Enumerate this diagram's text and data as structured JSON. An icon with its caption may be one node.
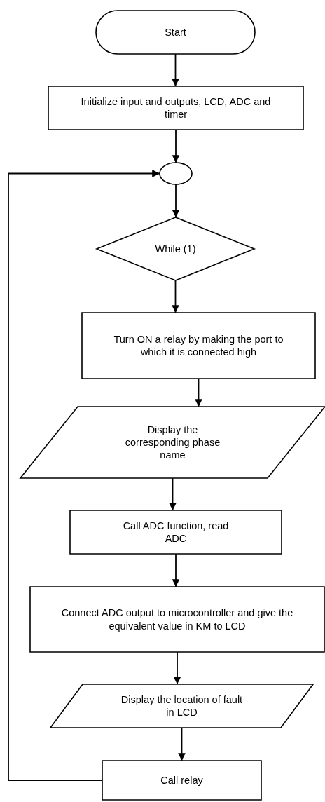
{
  "diagram": {
    "nodes": [
      {
        "text": [
          "Start"
        ]
      },
      {
        "text": [
          "Initialize input and outputs, LCD, ADC and timer"
        ]
      },
      {
        "text": [],
        "shape": "circle"
      },
      {
        "text": [
          "While (1)"
        ]
      },
      {
        "text": [
          "Turn ON a relay by making the port to which it is connected high"
        ]
      },
      {
        "text": [
          "Display the corresponding phase name"
        ]
      },
      {
        "text": [
          "Call ADC function, read ADC"
        ]
      },
      {
        "text": [
          "Connect ADC output to microcontroller and give the equivalent value in KM to LCD"
        ]
      },
      {
        "text": [
          "Display the location of fault in LCD"
        ]
      },
      {
        "text": [
          "Call relay"
        ]
      }
    ],
    "edges": [
      {
        "from": 0,
        "to": 1,
        "arrow": "to"
      },
      {
        "from": 1,
        "to": 2,
        "arrow": "to"
      },
      {
        "from": 2,
        "to": 3,
        "arrow": "to"
      },
      {
        "from": 3,
        "to": 4,
        "arrow": "to"
      },
      {
        "from": 4,
        "to": 5,
        "arrow": "to"
      },
      {
        "from": 5,
        "to": 6,
        "arrow": "to"
      },
      {
        "from": 6,
        "to": 7,
        "arrow": "to"
      },
      {
        "from": 7,
        "to": 8,
        "arrow": "to"
      },
      {
        "from": 8,
        "to": 9,
        "arrow": "to"
      },
      {
        "from": 9,
        "to": 2,
        "arrow": "to"
      }
    ]
  }
}
